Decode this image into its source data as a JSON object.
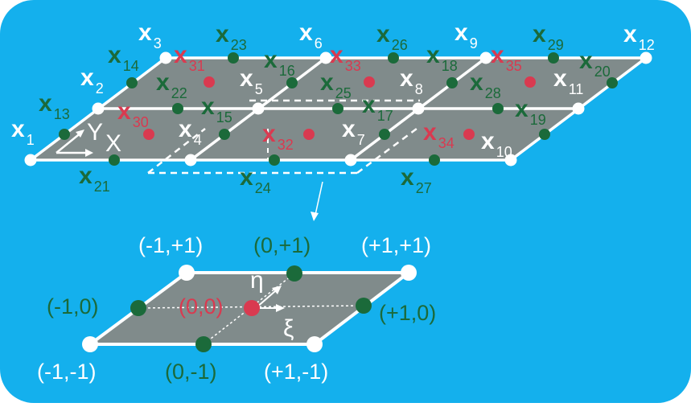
{
  "colors": {
    "background": "#14b0ed",
    "plate": "#808b8b",
    "plate_edge": "#ffffff",
    "corner_node": "#ffffff",
    "edge_node": "#1b6a3a",
    "center_node": "#d93a50",
    "white_text": "#ffffff",
    "green_text": "#1b6a3a",
    "red_text": "#d93a50"
  },
  "node_symbol": "x",
  "corner_labels": [
    "1",
    "2",
    "3",
    "4",
    "5",
    "6",
    "7",
    "8",
    "9",
    "10",
    "11",
    "12"
  ],
  "edge_labels": [
    "13",
    "14",
    "15",
    "16",
    "17",
    "18",
    "19",
    "20",
    "21",
    "22",
    "23",
    "24",
    "25",
    "26",
    "27",
    "28",
    "29"
  ],
  "center_labels": [
    "30",
    "31",
    "32",
    "33",
    "34",
    "35"
  ],
  "axes": {
    "x": "X",
    "y": "Y"
  },
  "reference_element": {
    "local_axes": {
      "xi": "ξ",
      "eta": "η"
    },
    "coordinates": {
      "bottom_left": "(-1,-1)",
      "bottom_mid": "(0,-1)",
      "bottom_right": "(+1,-1)",
      "mid_left": "(-1,0)",
      "center": "(0,0)",
      "mid_right": "(+1,0)",
      "top_left": "(-1,+1)",
      "top_mid": "(0,+1)",
      "top_right": "(+1,+1)"
    }
  }
}
